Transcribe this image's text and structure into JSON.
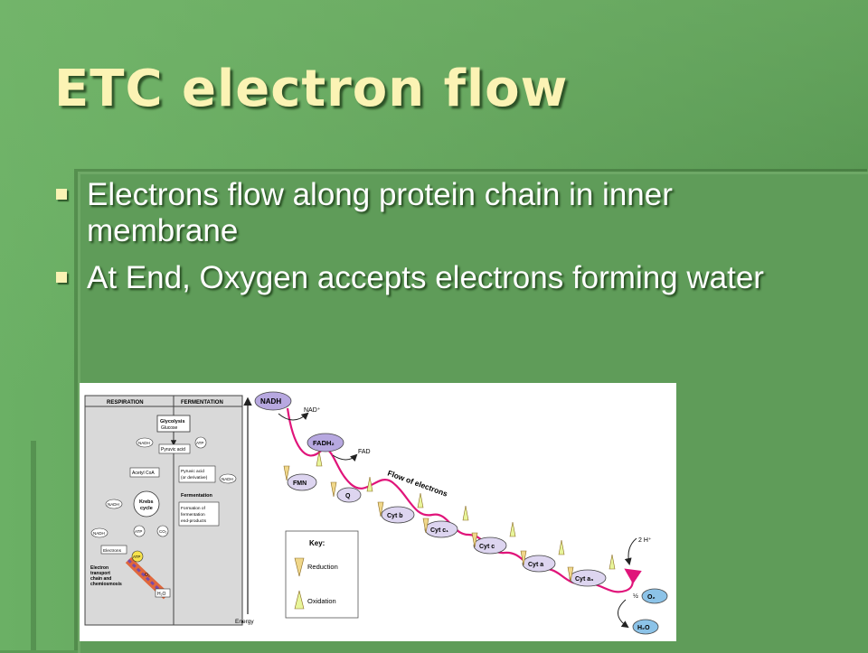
{
  "slide": {
    "title": "ETC electron flow",
    "bullets": [
      "Electrons flow along protein chain in inner membrane",
      "At End, Oxygen accepts electrons forming water"
    ]
  },
  "figure": {
    "left": {
      "respiration": "RESPIRATION",
      "fermentation": "FERMENTATION",
      "glycolysis": "Glycolysis",
      "glucose": "Glucose",
      "pyruvic": "Pyruvic acid",
      "nadh": "NADH",
      "atp": "ATP",
      "acetyl": "Acetyl CoA",
      "pyruvic_deriv_1": "Pyruvic acid",
      "pyruvic_deriv_2": "(or derivative)",
      "krebs_1": "Krebs",
      "krebs_2": "cycle",
      "fermentation_label": "Fermentation",
      "formation_1": "Formation of",
      "formation_2": "fermentation",
      "formation_3": "end-products",
      "co2": "CO₂",
      "electrons": "Electrons",
      "etc_1": "Electron",
      "etc_2": "transport",
      "etc_3": "chain and",
      "etc_4": "chemiosmosis",
      "o2": "O₂",
      "h2o": "H₂O"
    },
    "energy": "Energy",
    "carriers": {
      "nadh": "NADH",
      "nad_plus": "NAD⁺",
      "fadh2": "FADH₂",
      "fad": "FAD",
      "fmn": "FMN",
      "q": "Q",
      "cyt_b": "Cyt b",
      "cyt_c1": "Cyt c₁",
      "cyt_c": "Cyt c",
      "cyt_a": "Cyt a",
      "cyt_a3": "Cyt a₃",
      "flow": "Flow of electrons",
      "two_h": "2 H⁺",
      "half": "½",
      "o2": "O₂",
      "h2o": "H₂O"
    },
    "key": {
      "title": "Key:",
      "reduction": "Reduction",
      "oxidation": "Oxidation"
    }
  }
}
